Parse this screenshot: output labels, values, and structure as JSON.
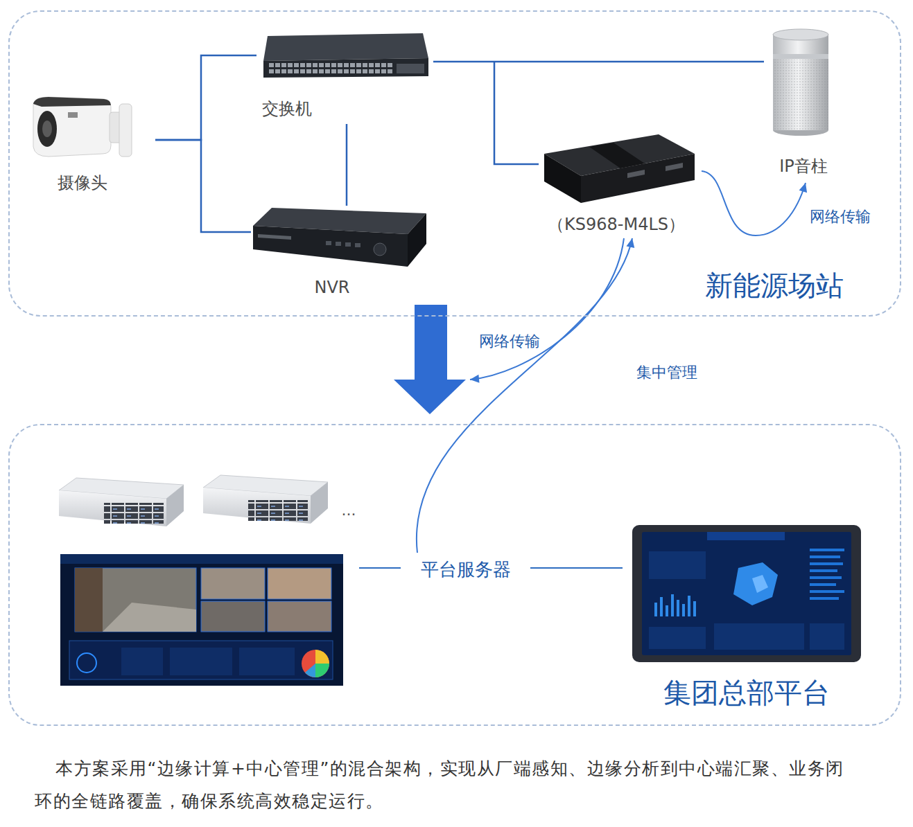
{
  "diagram": {
    "caption": "本方案采用“边缘计算+中心管理”的混合架构，实现从厂端感知、边缘分析到中心端汇聚、业务闭环的全链路覆盖，确保系统高效稳定运行。",
    "nodes": [
      {
        "text": [
          "新能源场站"
        ]
      },
      {
        "text": [
          "摄像头"
        ],
        "in": 0
      },
      {
        "text": [
          "交换机"
        ],
        "in": 0
      },
      {
        "text": [
          "NVR"
        ],
        "in": 0
      },
      {
        "text": [
          "IP音柱"
        ],
        "in": 0
      },
      {
        "text": [
          "（KS968-M4LS）"
        ],
        "in": 0
      },
      {
        "text": [
          "集团总部平台"
        ]
      },
      {
        "text": [
          "平台服务器"
        ],
        "in": 6
      }
    ],
    "edges": [
      {
        "from": 1,
        "to": 2,
        "arrow": "none"
      },
      {
        "from": 1,
        "to": 3,
        "arrow": "none"
      },
      {
        "from": 2,
        "to": 3,
        "arrow": "none"
      },
      {
        "from": 2,
        "to": 4,
        "arrow": "none"
      },
      {
        "from": 2,
        "to": 5,
        "arrow": "none"
      },
      {
        "from": 5,
        "to": 4,
        "label": "网络传输",
        "arrow": "to"
      },
      {
        "from": 5,
        "to": 6,
        "label": "网络传输",
        "arrow": "to"
      },
      {
        "from": 7,
        "to": 5,
        "label": "集中管理",
        "arrow": "to"
      },
      {
        "from": 0,
        "to": 6,
        "arrow": "to"
      }
    ],
    "labels": [
      "..."
    ]
  }
}
